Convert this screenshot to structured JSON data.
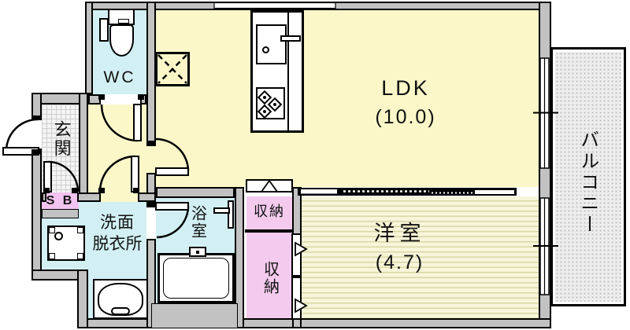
{
  "rooms": {
    "ldk": {
      "label": "LDK",
      "area": "(10.0)"
    },
    "western_room": {
      "label": "洋室",
      "area": "(4.7)"
    },
    "balcony": {
      "label": "バルコニー"
    },
    "wc": {
      "label": "WC"
    },
    "entrance": {
      "label": "玄関"
    },
    "shoe_box": {
      "label": "S B"
    },
    "washroom": {
      "label_line1": "洗面",
      "label_line2": "脱衣所"
    },
    "bathroom": {
      "label": "浴室"
    },
    "closet_upper": {
      "label": "収納"
    },
    "closet_lower": {
      "label": "収納"
    }
  },
  "fixtures": [
    "toilet",
    "kitchen-sink",
    "gas-stove",
    "bathtub",
    "washing-machine",
    "wash-basin",
    "duct-shaft",
    "sliding-door",
    "folding-closet-doors",
    "sliding-windows"
  ],
  "colors": {
    "room_yellow": "#fbf7c9",
    "wet_area_cyan": "#d2f0f4",
    "closet_pink": "#f4cbee",
    "shoebox_pink": "#f2c4ef",
    "tatami_stripe": "#d9d6a4",
    "wall_gray": "#c2c2c2",
    "outline_black": "#000000",
    "balcony_gray": "#ededed"
  }
}
